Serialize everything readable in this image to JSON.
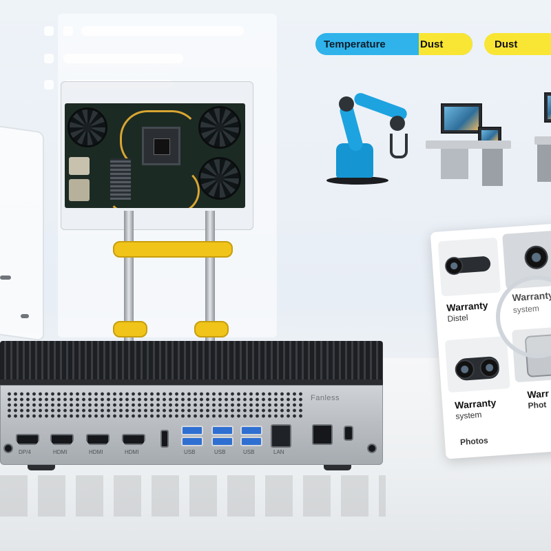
{
  "tags": {
    "temperature": "Temperature",
    "dust_1": "Dust",
    "dust_2": "Dust"
  },
  "device": {
    "brand": "Fanless",
    "port_labels": [
      "DP/4",
      "HDMI",
      "HDMI",
      "HDMI",
      "USB",
      "USB",
      "USB",
      "LAN"
    ]
  },
  "cards": {
    "top_right_title": "Warranty",
    "top_right_sub": "system",
    "top_left_title": "Warranty",
    "top_left_sub": "Distel",
    "bottom_left_title": "Warranty",
    "bottom_left_sub": "system",
    "bottom_left_caption": "Photos",
    "bottom_right_title": "Warr",
    "bottom_right_sub": "Phot"
  },
  "colors": {
    "accent_blue": "#2fb3ea",
    "accent_yellow": "#f9e534",
    "robot_blue": "#1da3e0"
  }
}
